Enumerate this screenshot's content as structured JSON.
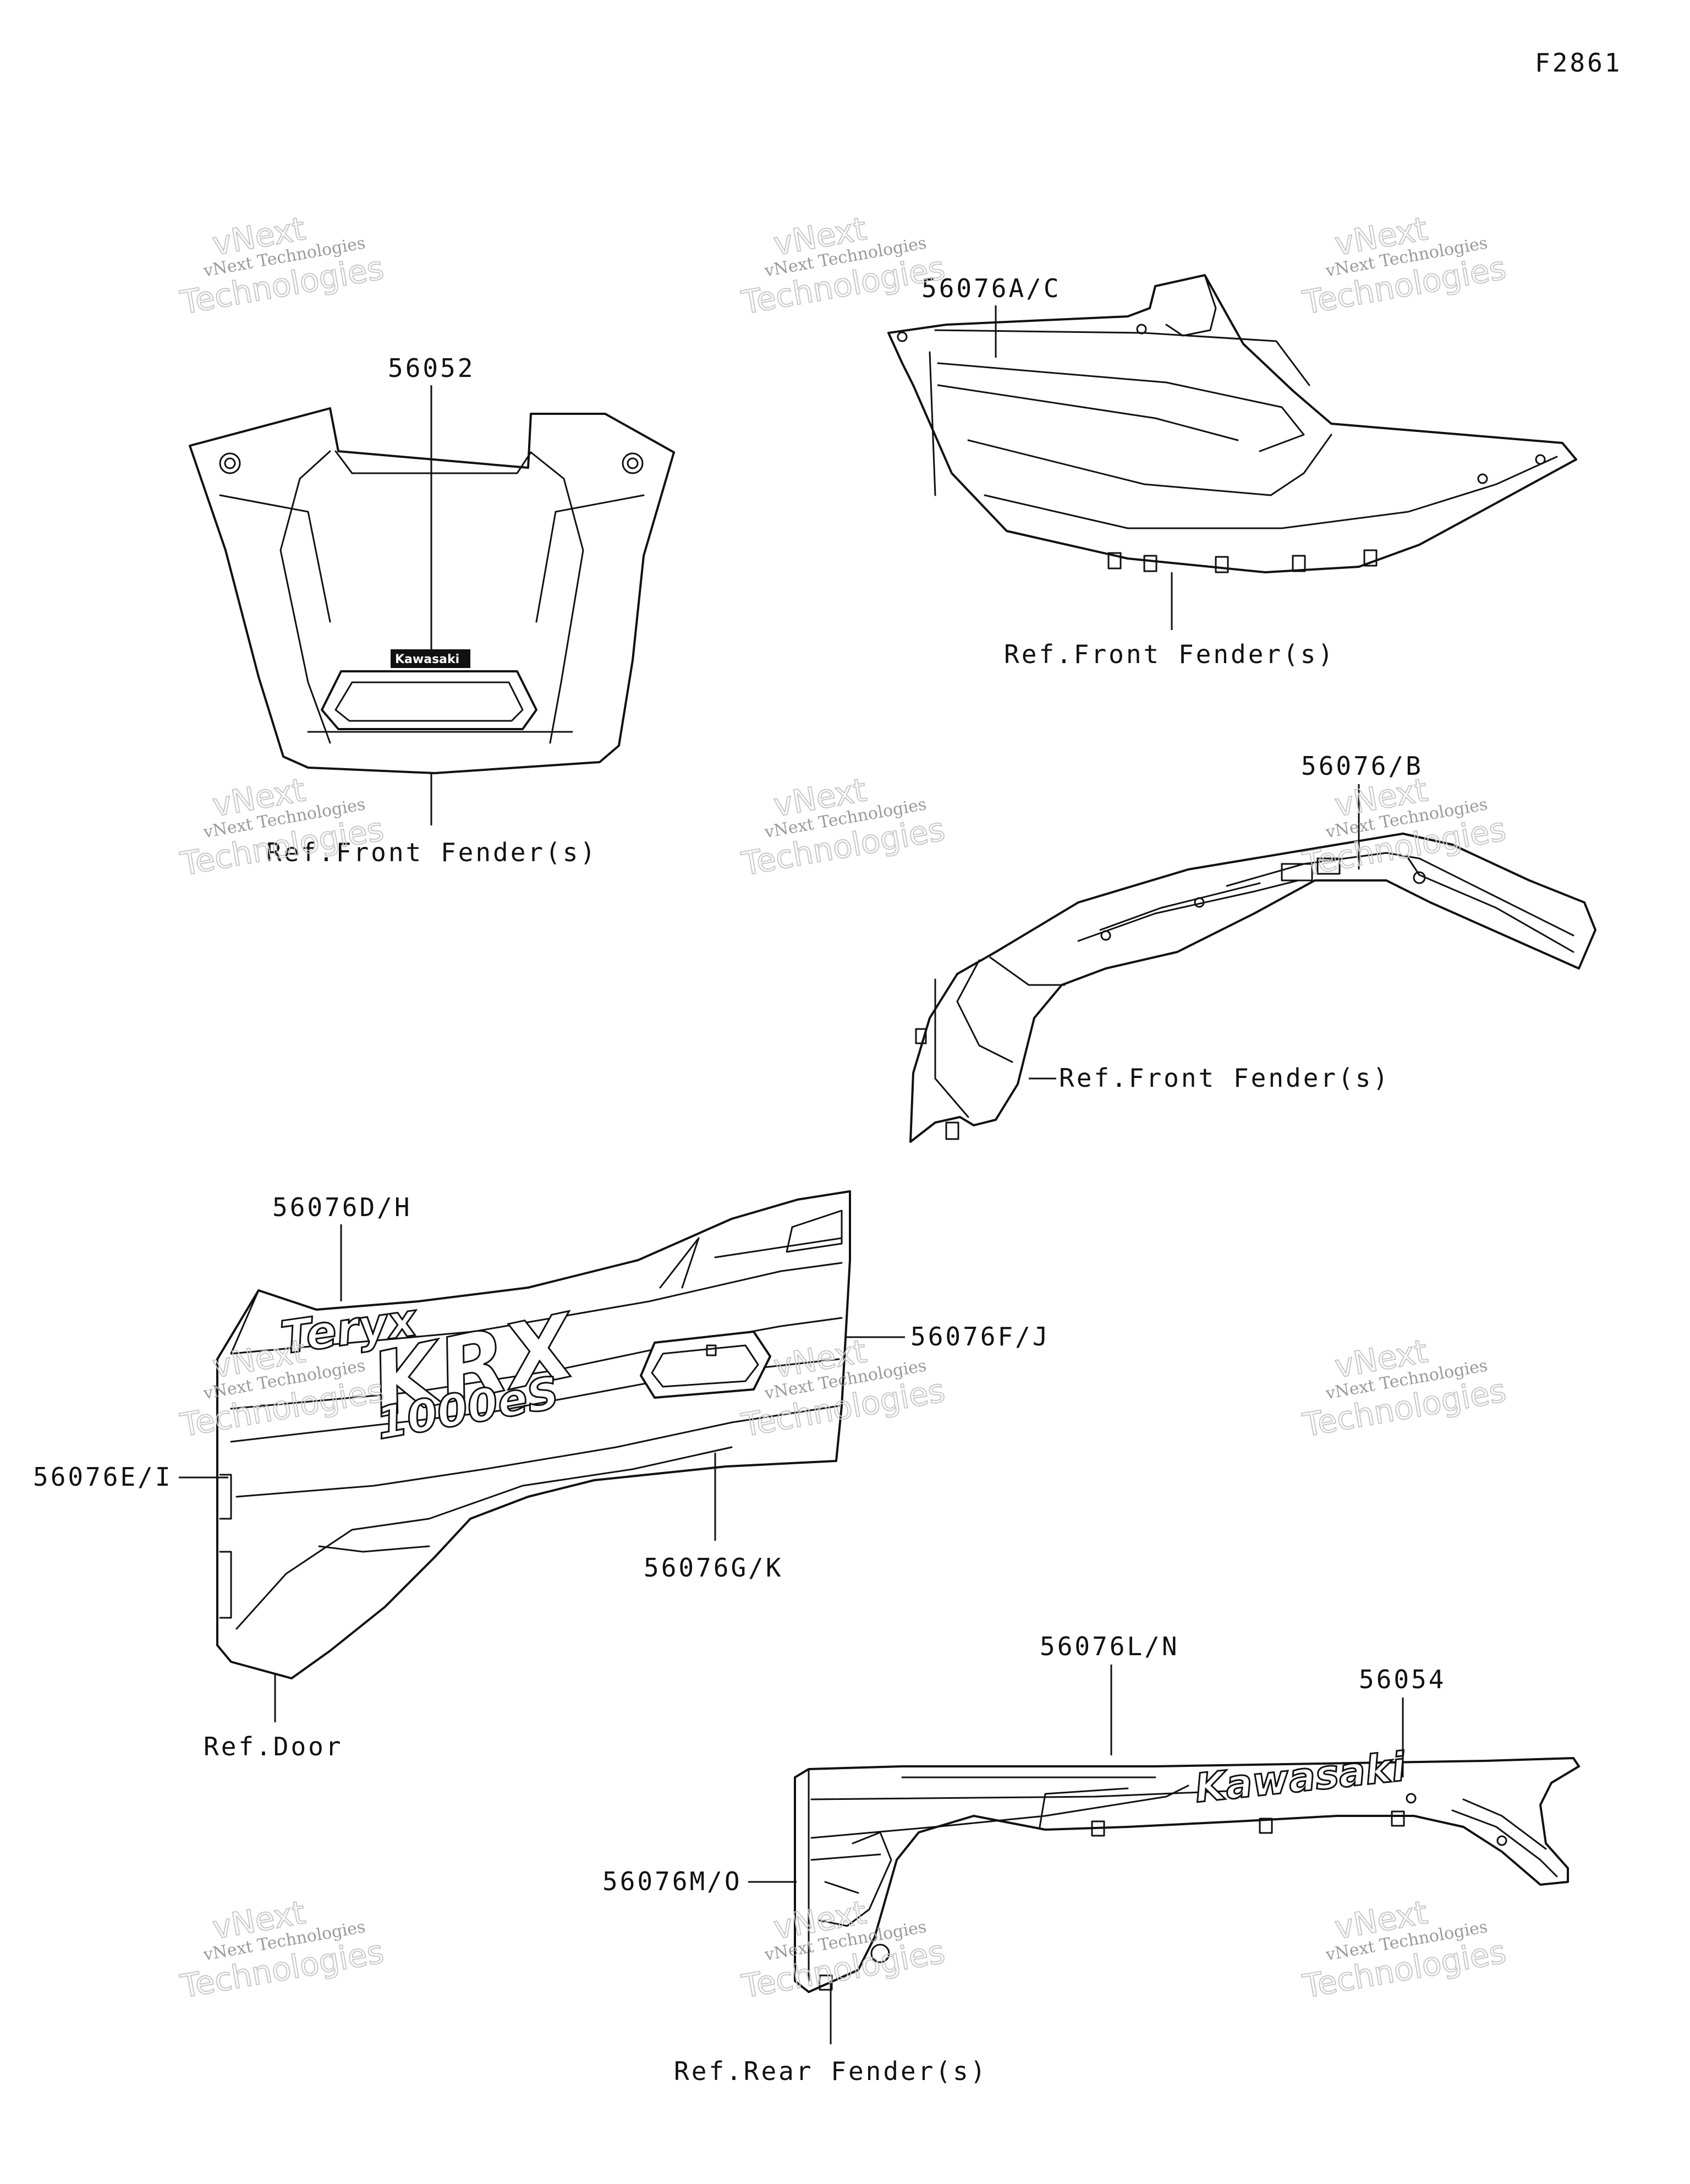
{
  "figure_id": "F2861",
  "labels": {
    "p56052": "56052",
    "p56076AC": "56076A/C",
    "p56076B": "56076/B",
    "p56076DH": "56076D/H",
    "p56076FJ": "56076F/J",
    "p56076EI": "56076E/I",
    "p56076GK": "56076G/K",
    "p56076LN": "56076L/N",
    "p56054": "56054",
    "p56076MO": "56076M/O"
  },
  "references": {
    "front_fender_1": "Ref.Front Fender(s)",
    "front_fender_2": "Ref.Front Fender(s)",
    "front_fender_3": "Ref.Front Fender(s)",
    "door": "Ref.Door",
    "rear_fender": "Ref.Rear Fender(s)"
  },
  "decals": {
    "hood_badge": "Kawasaki",
    "model_name": "Teryx",
    "model_code": "KRX",
    "model_suffix": "1000eS",
    "rear_logo": "Kawasaki"
  },
  "watermark": {
    "line1": "vNext Technologies",
    "line2": "vNext",
    "line3": "Technologies"
  }
}
